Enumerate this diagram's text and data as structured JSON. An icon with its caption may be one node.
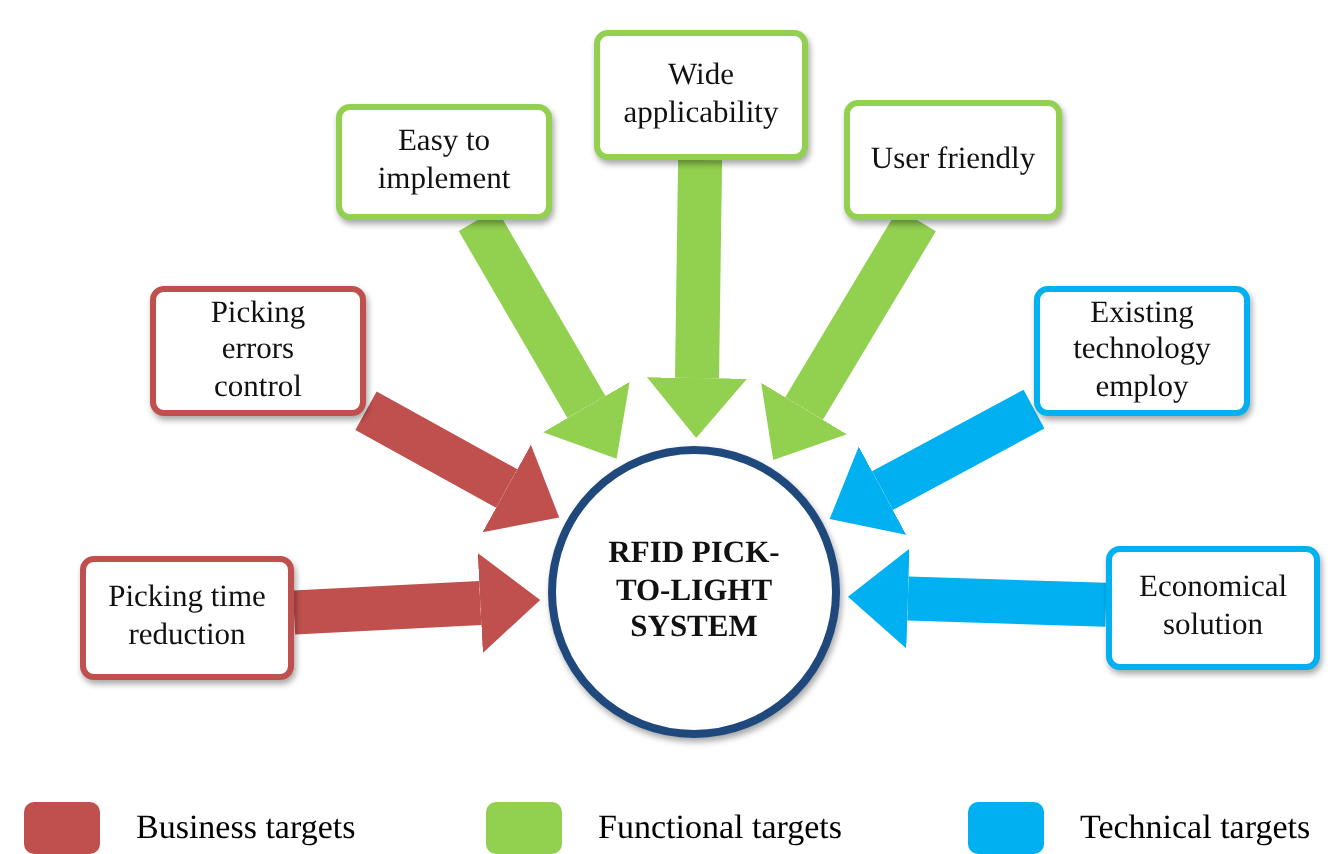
{
  "diagram": {
    "nodes": [
      {
        "text": [
          "RFID PICK-TO-LIGHT SYSTEM"
        ]
      },
      {
        "text": [
          "Picking time reduction"
        ]
      },
      {
        "text": [
          "Picking errors control"
        ]
      },
      {
        "text": [
          "Easy to implement"
        ]
      },
      {
        "text": [
          "Wide applicability"
        ]
      },
      {
        "text": [
          "User friendly"
        ]
      },
      {
        "text": [
          "Existing technology employ"
        ]
      },
      {
        "text": [
          "Economical solution"
        ]
      }
    ],
    "edges": [
      {
        "from": 1,
        "to": 0,
        "arrow": "to",
        "color": "#c0504d"
      },
      {
        "from": 2,
        "to": 0,
        "arrow": "to",
        "color": "#c0504d"
      },
      {
        "from": 3,
        "to": 0,
        "arrow": "to",
        "color": "#92d050"
      },
      {
        "from": 4,
        "to": 0,
        "arrow": "to",
        "color": "#92d050"
      },
      {
        "from": 5,
        "to": 0,
        "arrow": "to",
        "color": "#92d050"
      },
      {
        "from": 6,
        "to": 0,
        "arrow": "to",
        "color": "#00b0f0"
      },
      {
        "from": 7,
        "to": 0,
        "arrow": "to",
        "color": "#00b0f0"
      }
    ],
    "legend": [
      {
        "text": "Business targets",
        "color": "#c0504d"
      },
      {
        "text": "Functional targets",
        "color": "#92d050"
      },
      {
        "text": "Technical targets",
        "color": "#00b0f0"
      }
    ]
  }
}
